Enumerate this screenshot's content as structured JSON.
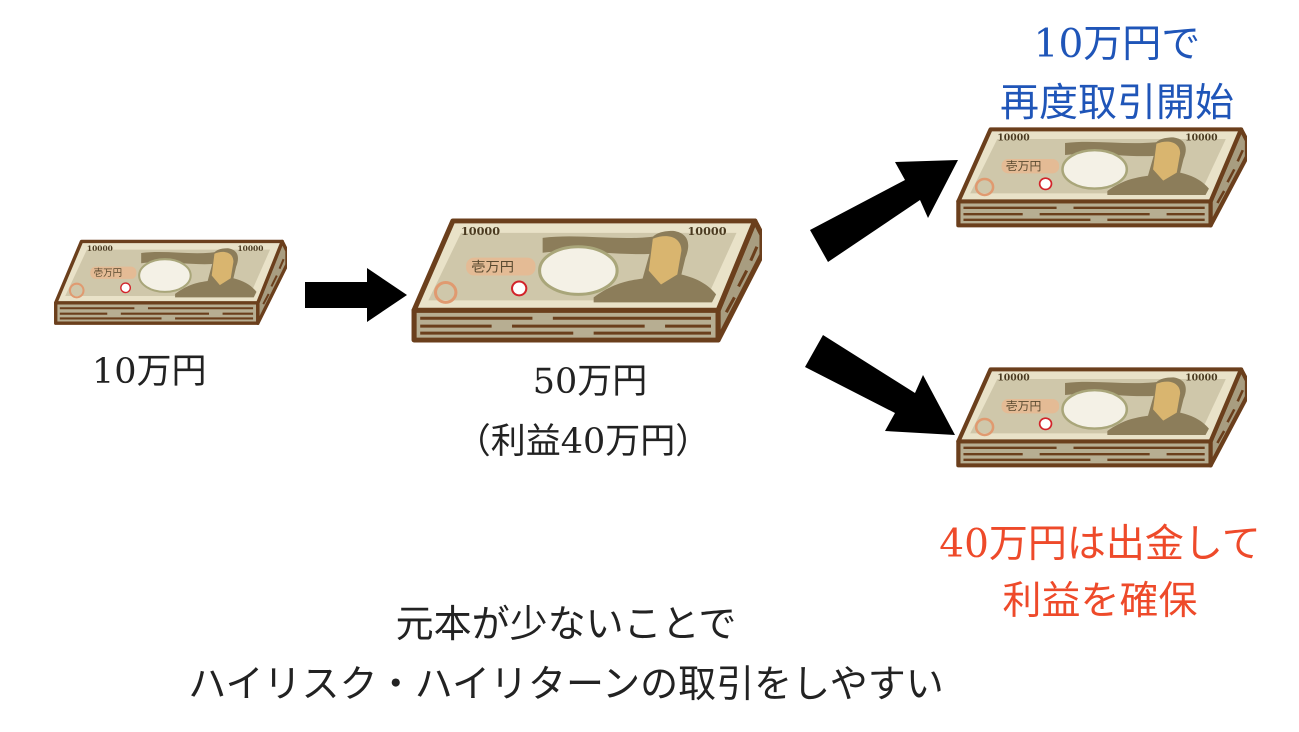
{
  "colors": {
    "blue": "#1f55b8",
    "red": "#ee4a2a",
    "text": "#222222",
    "arrow": "#000000",
    "bill_face": "#e9e2c8",
    "bill_border": "#6b3f1c",
    "bill_pattern": "#8c7d5a",
    "portrait": "#d9b56f"
  },
  "stage1": {
    "amount": "10万円",
    "icon": "banknote-stack-icon"
  },
  "stage2": {
    "amount": "50万円",
    "note": "（利益40万円）",
    "icon": "banknote-stack-icon"
  },
  "outcome_reinvest": {
    "line1": "10万円で",
    "line2": "再度取引開始",
    "icon": "banknote-stack-icon"
  },
  "outcome_withdraw": {
    "line1": "40万円は出金して",
    "line2": "利益を確保",
    "icon": "banknote-stack-icon"
  },
  "conclusion": {
    "line1": "元本が少ないことで",
    "line2": "ハイリスク・ハイリターンの取引をしやすい"
  },
  "bill_text": {
    "denomination": "10000",
    "kanji": "壱万円"
  }
}
